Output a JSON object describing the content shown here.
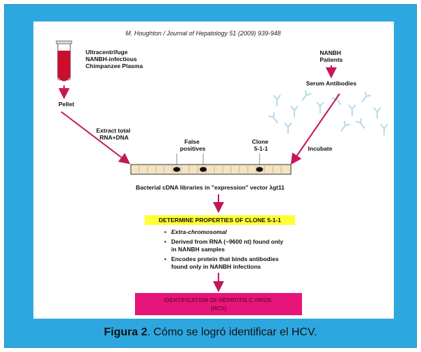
{
  "figure": {
    "citation": "M. Houghton / Journal of Hepatology 51 (2009) 939-948",
    "left_source": [
      "Ultracentrifuge",
      "NANBH-infectious",
      "Chimpanzee Plasma"
    ],
    "pellet": "Pellet",
    "extract": [
      "Extract total",
      "RNA+DNA"
    ],
    "patients": [
      "NANBH",
      "Patients"
    ],
    "serum": "Serum Antibodies",
    "incubate": "Incubate",
    "false_positives": [
      "False",
      "positives"
    ],
    "clone": [
      "Clone",
      "5-1-1"
    ],
    "library_label": "Bacterial cDNA libraries in \"expression\" vector λgt11",
    "properties_title": "DETERMINE PROPERTIES OF CLONE 5-1-1",
    "properties": [
      [
        "Extra-chromosomal"
      ],
      [
        "Derived from RNA (~9600 nt) found only",
        "in NANBH samples"
      ],
      [
        "Encodes protein that binds antibodies",
        "found only in NANBH infections"
      ]
    ],
    "result": [
      "IDENTIFICATION OF HEPATITIS C VIRUS",
      "(HCV)"
    ]
  },
  "caption": {
    "label": "Figura 2",
    "text": ". Cómo se logró identificar el HCV."
  },
  "colors": {
    "frame": "#2ea7e0",
    "tube_blood": "#c8102e",
    "arrow": "#c2185b",
    "plate": "#f3e3c4",
    "highlight": "#ffff33",
    "result_box": "#e6157a",
    "antibody": "#b9d9e8"
  }
}
